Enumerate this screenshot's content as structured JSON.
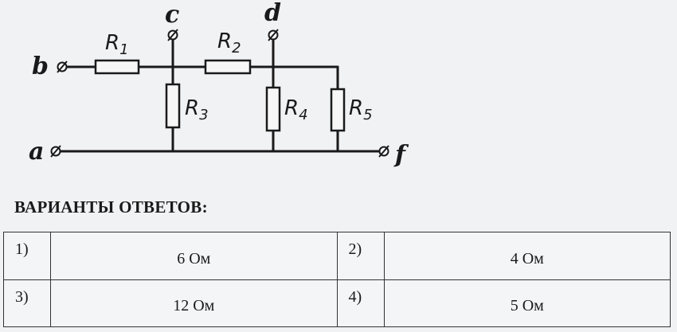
{
  "circuit": {
    "nodes": {
      "a": "a",
      "b": "b",
      "c": "c",
      "d": "d",
      "f": "f"
    },
    "resistors": [
      {
        "letter": "R",
        "sub": "1"
      },
      {
        "letter": "R",
        "sub": "2"
      },
      {
        "letter": "R",
        "sub": "3"
      },
      {
        "letter": "R",
        "sub": "4"
      },
      {
        "letter": "R",
        "sub": "5"
      }
    ]
  },
  "heading": "ВАРИАНТЫ ОТВЕТОВ:",
  "answers": [
    {
      "num": "1)",
      "value": "6 Ом"
    },
    {
      "num": "2)",
      "value": "4 Ом"
    },
    {
      "num": "3)",
      "value": "12 Ом"
    },
    {
      "num": "4)",
      "value": "5 Ом"
    }
  ]
}
